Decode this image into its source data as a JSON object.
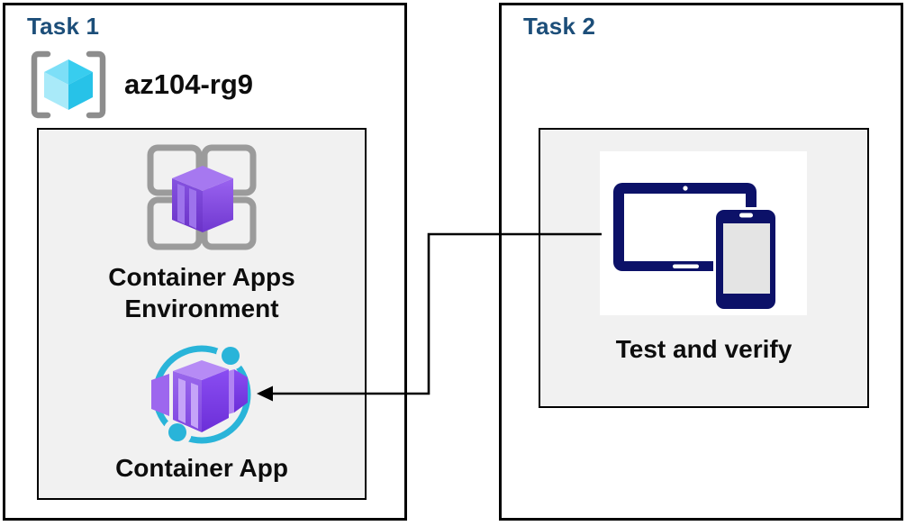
{
  "task1": {
    "title": "Task 1",
    "resource_group": {
      "name": "az104-rg9",
      "icon": "resource-group-icon"
    },
    "environment": {
      "label": "Container Apps Environment",
      "icon": "container-apps-environment-icon"
    },
    "container_app": {
      "label": "Container App",
      "icon": "container-app-icon"
    }
  },
  "task2": {
    "title": "Task 2",
    "test_verify": {
      "label": "Test and verify",
      "icon": "devices-icon"
    }
  },
  "connector": {
    "from": "Test and verify",
    "to": "Container App",
    "style": "elbow-arrow-left"
  },
  "colors": {
    "title_blue": "#1c4e79",
    "text_black": "#0d0d0d",
    "panel_gray": "#f1f1f1",
    "border_black": "#000000",
    "frame_gray": "#9b9b9b",
    "bracket_gray": "#8d8d8d",
    "azure_cyan": "#29b4d9",
    "cube_cyan_top": "#38cdef",
    "cube_cyan_light": "#a9eaf9",
    "cube_cyan_dark": "#27c2e8",
    "purple_light": "#b68bf5",
    "purple_mid": "#8a55ea",
    "purple_dark": "#7038d0",
    "device_navy": "#0c1168",
    "phone_screen": "#e4e4e4"
  }
}
